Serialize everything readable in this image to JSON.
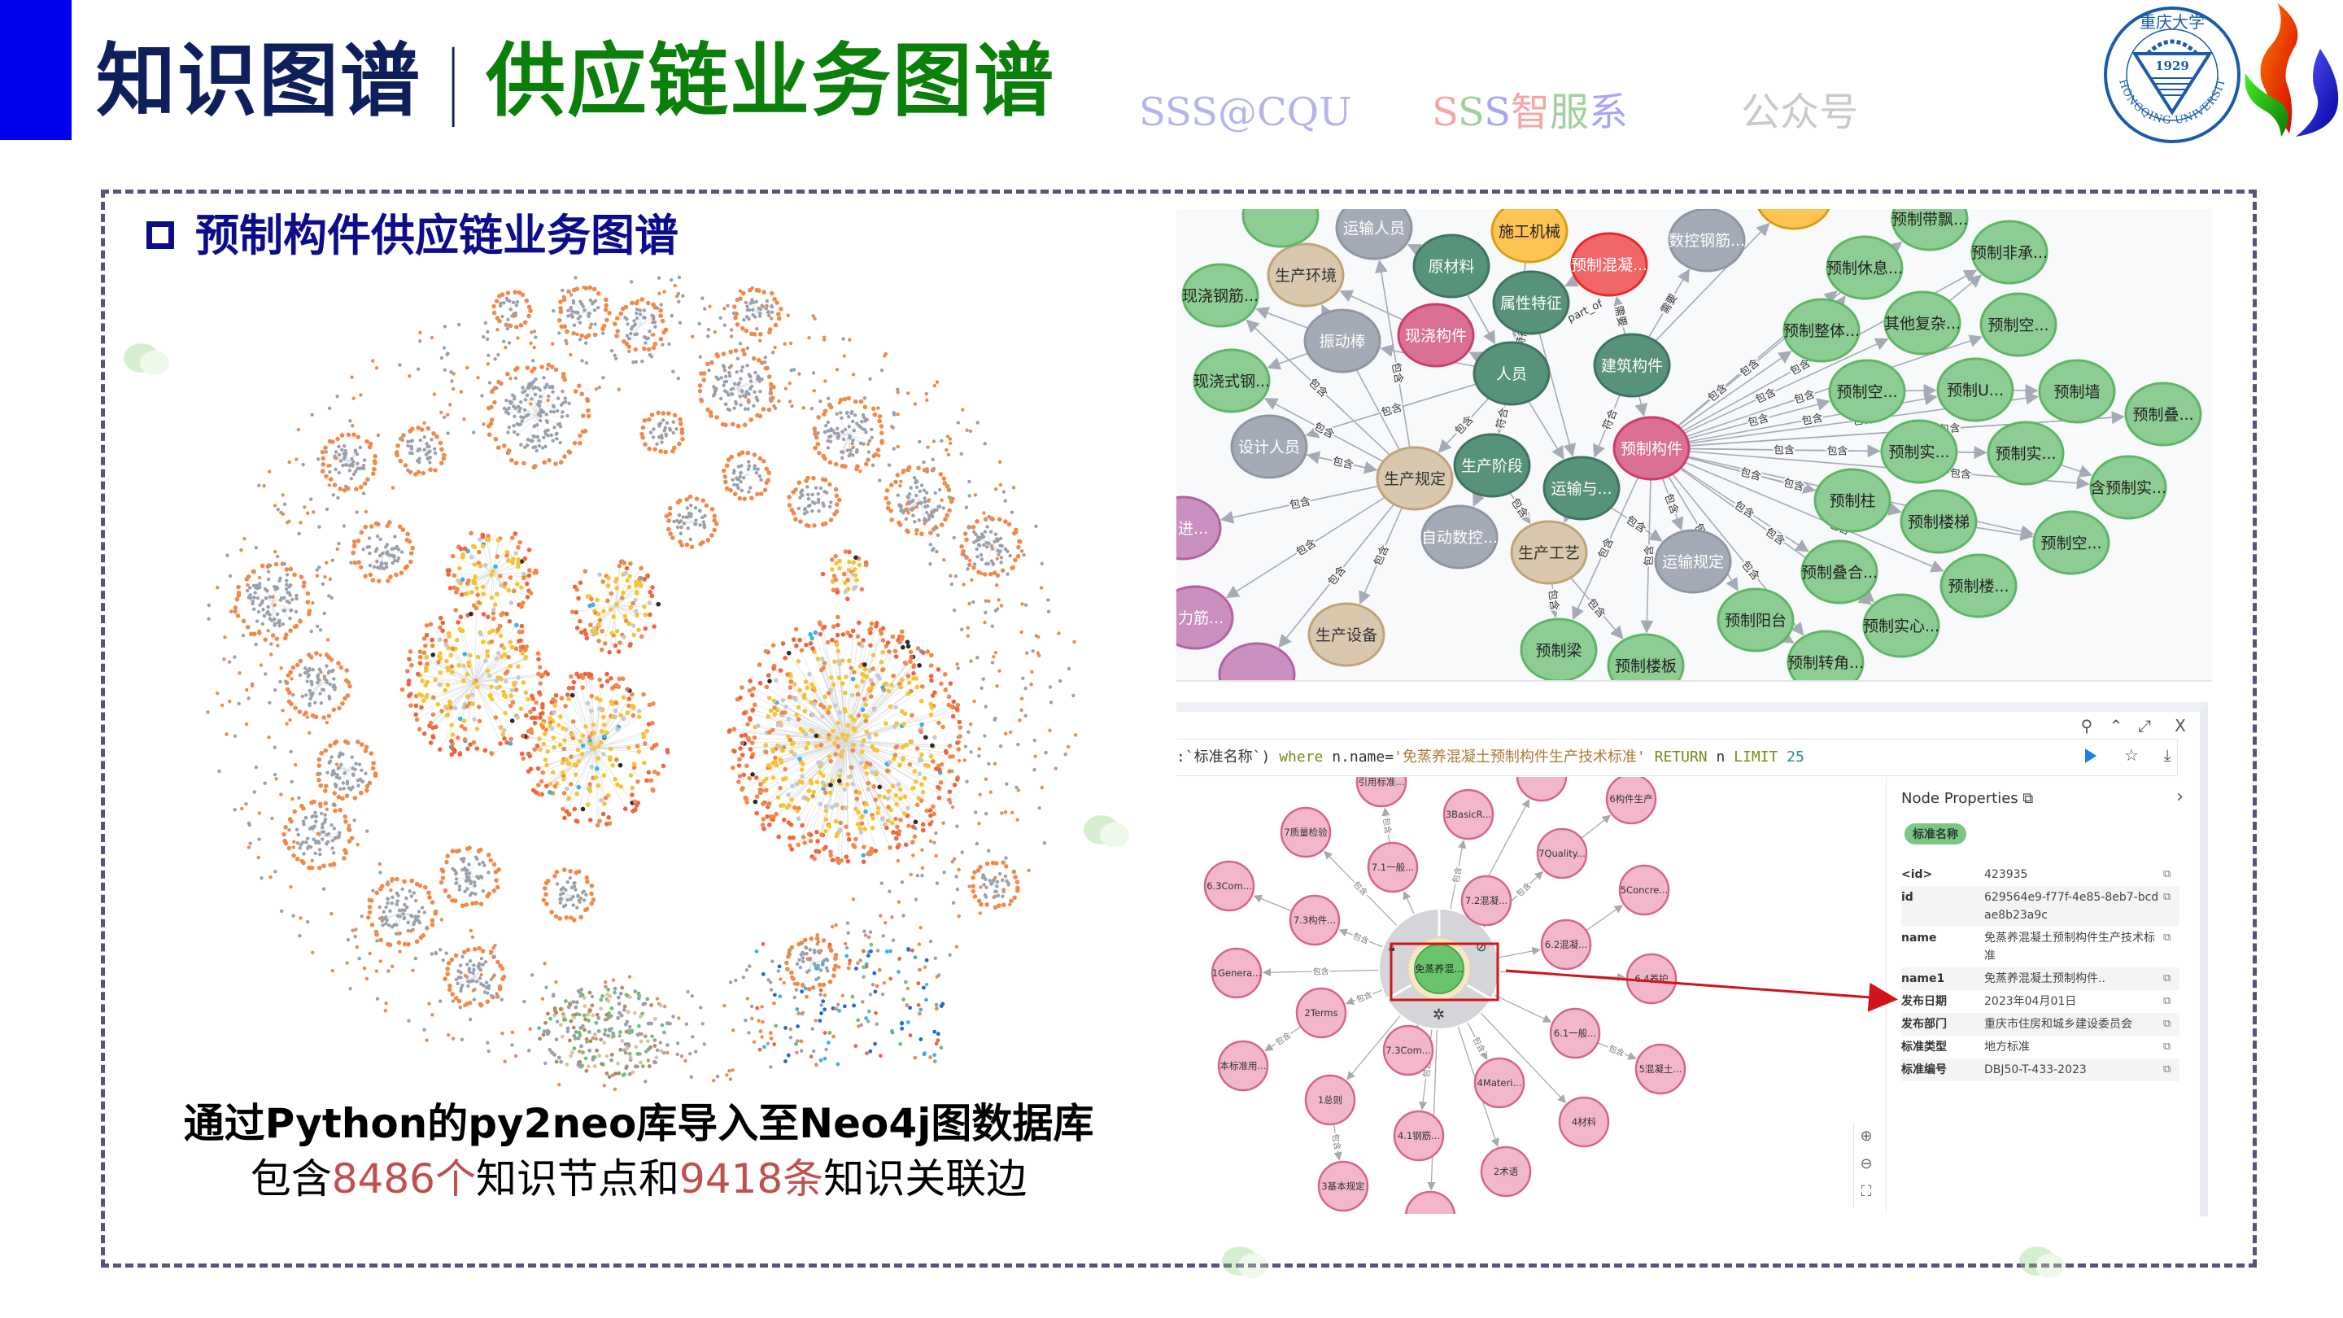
{
  "header": {
    "title_main": "知识图谱",
    "separator": "|",
    "title_sub": "供应链业务图谱"
  },
  "logos": {
    "university_cn": "重庆大学",
    "university_en": "CHONGQING UNIVERSITY",
    "founded": "1929"
  },
  "section": {
    "title": "预制构件供应链业务图谱"
  },
  "caption": {
    "line1": [
      "通过",
      "Python",
      "的",
      "py2neo",
      "库导入至",
      "Neo4j",
      "图数据库"
    ],
    "line2": [
      "包含",
      "8486个",
      "知识节点和",
      "9418条",
      "知识关联边"
    ]
  },
  "supply_graph": {
    "nodes": [
      "运输人员",
      "施工机械",
      "原材料",
      "预制混凝...",
      "数控钢筋...",
      "生产环境",
      "现浇钢筋...",
      "属性特征",
      "振动棒",
      "现浇构件",
      "人员",
      "建筑构件",
      "现浇式钢...",
      "设计人员",
      "生产规定",
      "生产阶段",
      "运输与...",
      "预制构件",
      "进...",
      "自动数控...",
      "生产工艺",
      "运输规定",
      "力筋...",
      "生产设备",
      "预制梁",
      "预制楼板",
      "预制阳台",
      "",
      "",
      "预制带飘...",
      "预制休息...",
      "预制非承...",
      "预制整体...",
      "其他复杂...",
      "预制空...",
      "预制空...",
      "预制U...",
      "预制墙",
      "预制叠...",
      "预制实...",
      "预制实...",
      "含预制实...",
      "预制柱",
      "预制楼梯",
      "预制空...",
      "预制叠合...",
      "预制楼...",
      "预制实心...",
      "预制转角...",
      ""
    ],
    "edge_labels": [
      "包含",
      "符合",
      "需要",
      "特征",
      "part_of"
    ]
  },
  "neo4j": {
    "toolbar": {
      "pin": "pin-icon",
      "collapse": "chevron-up-icon",
      "expand": "expand-icon",
      "close": "X"
    },
    "query": {
      "prefix": ":`标准名称`) ",
      "kw_where": "where",
      "field": " n.name=",
      "string": "'免蒸养混凝土预制构件生产技术标准'",
      "kw_return": " RETURN",
      "var": " n ",
      "kw_limit": "LIMIT",
      "limit": " 25"
    },
    "graph": {
      "center": "免蒸养混...",
      "edge_label": "包含",
      "nodes": [
        "引用标准...",
        "",
        "3BasicR...",
        "6构件生产",
        "7质量检验",
        "7.1一般...",
        "7Quality...",
        "6.3Com...",
        "7.2混凝...",
        "5Concre...",
        "7.3构件...",
        "6.2混凝...",
        "1Genera...",
        "6.4养护",
        "2Terms",
        "6.1一般...",
        "本标准用...",
        "7.3Com...",
        "5混凝土...",
        "1总则",
        "4Materi...",
        "4材料",
        "4.1钢筋...",
        "2术语",
        "3基本规定",
        ""
      ]
    },
    "properties": {
      "title": "Node Properties",
      "badge": "标准名称",
      "rows": [
        {
          "key": "<id>",
          "value": "423935"
        },
        {
          "key": "id",
          "value": "629564e9-f77f-4e85-8eb7-bcdae8b23a9c"
        },
        {
          "key": "name",
          "value": "免蒸养混凝土预制构件生产技术标准"
        },
        {
          "key": "name1",
          "value": "免蒸养混凝土预制构件.."
        },
        {
          "key": "发布日期",
          "value": "2023年04月01日"
        },
        {
          "key": "发布部门",
          "value": "重庆市住房和城乡建设委员会"
        },
        {
          "key": "标准类型",
          "value": "地方标准"
        },
        {
          "key": "标准编号",
          "value": "DBJ50-T-433-2023"
        }
      ]
    }
  },
  "watermarks": {
    "a": "SSS@CQU",
    "b": "SSS智服系",
    "c": "公众号"
  },
  "colors": {
    "title_navy": "#0f1f5c",
    "title_green": "#0a7f0a",
    "highlight_red": "#c0504d",
    "accent_blue": "#0000ee"
  }
}
